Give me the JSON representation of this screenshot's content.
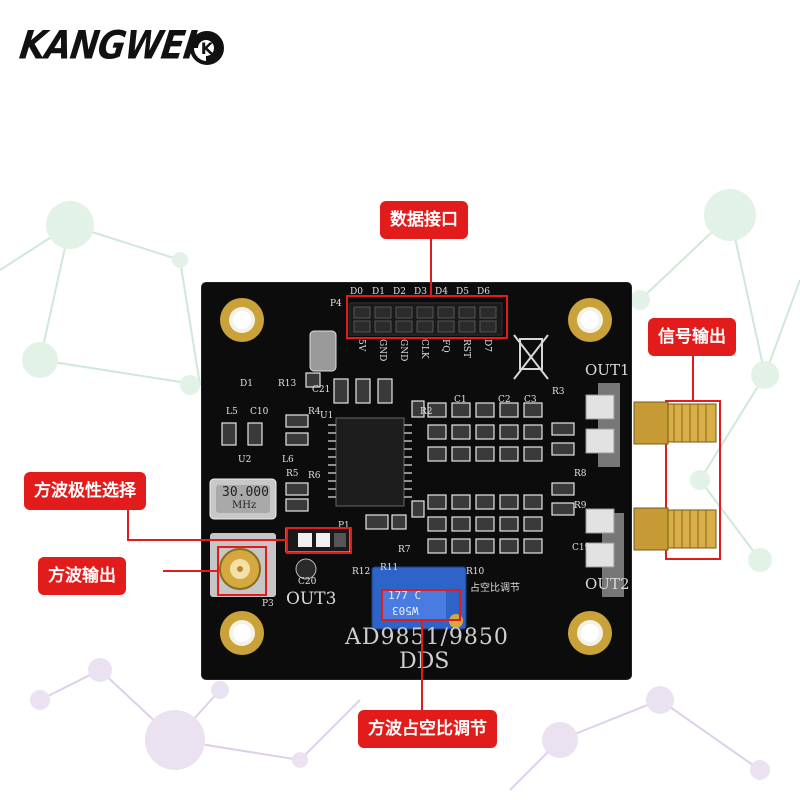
{
  "brand": {
    "name": "KANGWEI",
    "logo_text": "K"
  },
  "callouts": {
    "data_interface": "数据接口",
    "signal_output": "信号输出",
    "square_polarity": "方波极性选择",
    "square_output": "方波输出",
    "duty_adjust": "方波占空比调节"
  },
  "board": {
    "title": "AD9851/9850",
    "subtitle": "DDS",
    "out1": "OUT1",
    "out2": "OUT2",
    "out3": "OUT3",
    "crystal": "30.000",
    "crystal_unit": "MHz",
    "pot_value": "177 C",
    "pot_code": "W503",
    "duty_label": "占空比调节",
    "header_name": "P4",
    "header_pins_top": [
      "D0",
      "D1",
      "D2",
      "D3",
      "D4",
      "D5",
      "D6"
    ],
    "header_pins_bottom": [
      "5V",
      "GND",
      "GND",
      "CLK",
      "FQ",
      "RST",
      "D7"
    ],
    "refs": [
      "D1",
      "R13",
      "C21",
      "C10",
      "L5",
      "U2",
      "R5",
      "R6",
      "L6",
      "C20",
      "P3",
      "U1",
      "R2",
      "R3",
      "R4",
      "R7",
      "R8",
      "R9",
      "R10",
      "R11",
      "R12",
      "C19",
      "P1",
      "C1",
      "C2",
      "C3"
    ]
  },
  "colors": {
    "accent_red": "#e21b1b",
    "board_black": "#0c0c0c",
    "gold": "#c9a23a"
  }
}
